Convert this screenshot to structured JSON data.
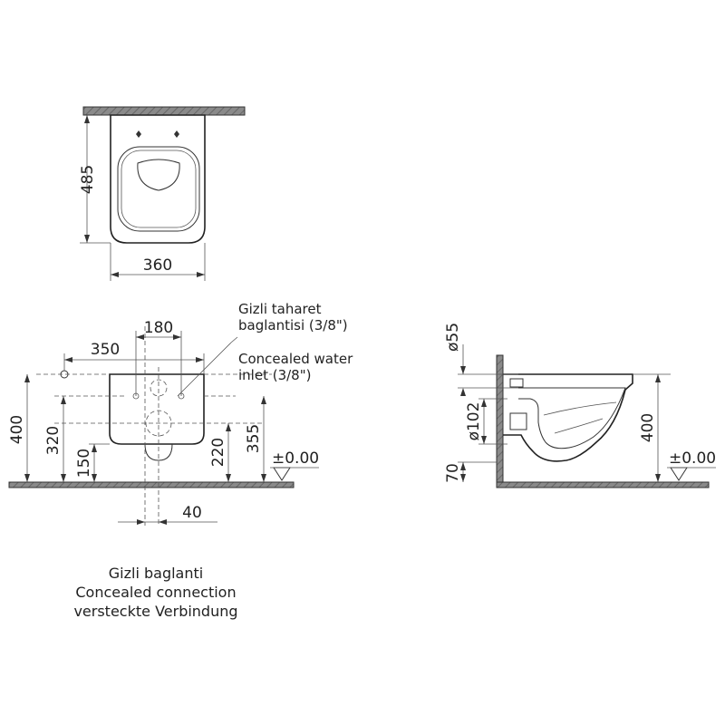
{
  "top_view": {
    "depth": "485",
    "width": "360"
  },
  "front_view": {
    "dim_180": "180",
    "dim_350": "350",
    "dim_400": "400",
    "dim_320": "320",
    "dim_150": "150",
    "dim_220": "220",
    "dim_355": "355",
    "dim_40": "40",
    "level": "±0.00",
    "note_tr_line1": "Gizli taharet",
    "note_tr_line2": "baglantisi (3/8\")",
    "note_en_line1": "Concealed water",
    "note_en_line2": "inlet (3/8\")"
  },
  "side_view": {
    "dim_55": "ø55",
    "dim_102": "ø102",
    "dim_70": "70",
    "dim_400": "400",
    "level": "±0.00"
  },
  "caption": {
    "line1": "Gizli baglanti",
    "line2": "Concealed connection",
    "line3": "versteckte Verbindung"
  }
}
